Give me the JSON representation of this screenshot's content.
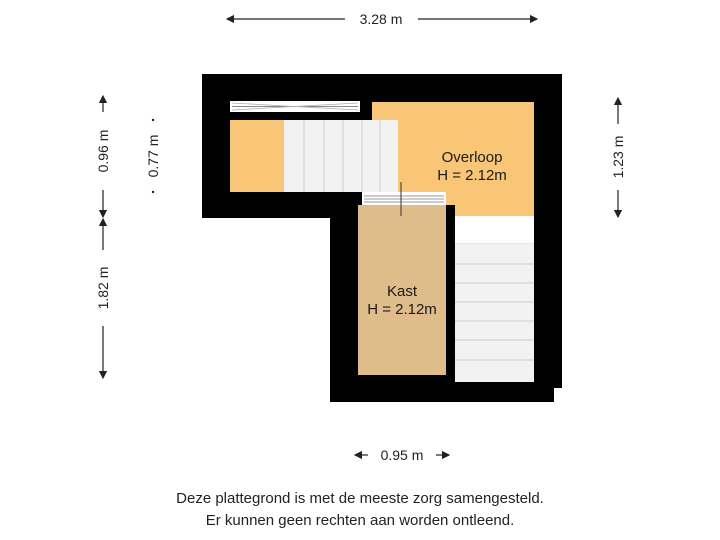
{
  "dimensions": {
    "top_width": "3.28 m",
    "left_upper": "0.96 m",
    "left_inner": "0.77 m",
    "left_lower": "1.82 m",
    "right": "1.23 m",
    "bottom": "0.95 m"
  },
  "rooms": {
    "overloop": {
      "name": "Overloop",
      "height": "H = 2.12m"
    },
    "kast": {
      "name": "Kast",
      "height": "H = 2.12m"
    }
  },
  "disclaimer": {
    "line1": "Deze plattegrond is met de meeste zorg samengesteld.",
    "line2": "Er kunnen geen rechten aan worden ontleend."
  },
  "colors": {
    "wall": "#000000",
    "overloop_fill": "#f9c677",
    "kast_fill": "#dfbd8a",
    "stairs_fill": "#f2f2f2",
    "stairs_line": "#d4d4d4"
  }
}
